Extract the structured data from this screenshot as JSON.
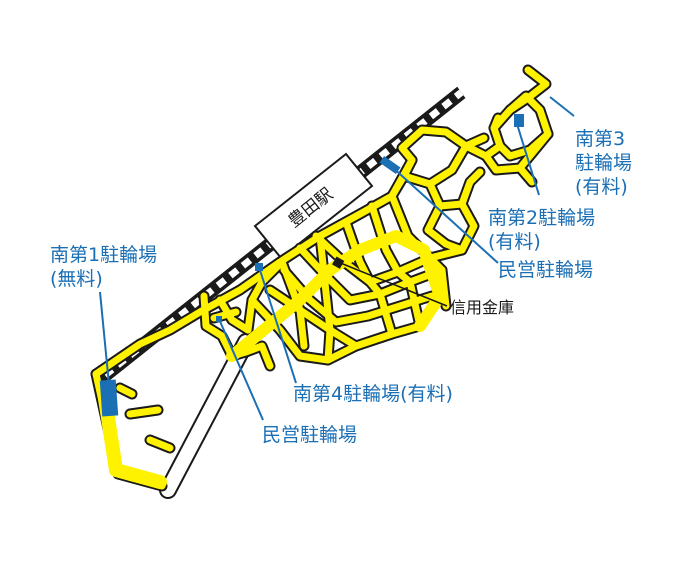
{
  "station": {
    "name": "豊田駅"
  },
  "landmark": {
    "name": "信用金庫"
  },
  "parking": [
    {
      "id": "minami1",
      "lines": [
        "南第1駐輪場",
        "(無料)"
      ]
    },
    {
      "id": "minami2",
      "lines": [
        "南第2駐輪場",
        "(有料)"
      ]
    },
    {
      "id": "minami3",
      "lines": [
        "南第3",
        "駐輪場",
        "(有料)"
      ]
    },
    {
      "id": "minami4",
      "lines": [
        "南第4駐輪場(有料)"
      ]
    },
    {
      "id": "minei-east",
      "lines": [
        "民営駐輪場"
      ]
    },
    {
      "id": "minei-west",
      "lines": [
        "民営駐輪場"
      ]
    }
  ],
  "colors": {
    "road": "#fff200",
    "road_outline": "#1a1a1a",
    "parking": "#1b6fb5",
    "label": "#1b6fb5",
    "rail": "#1a1a1a"
  }
}
